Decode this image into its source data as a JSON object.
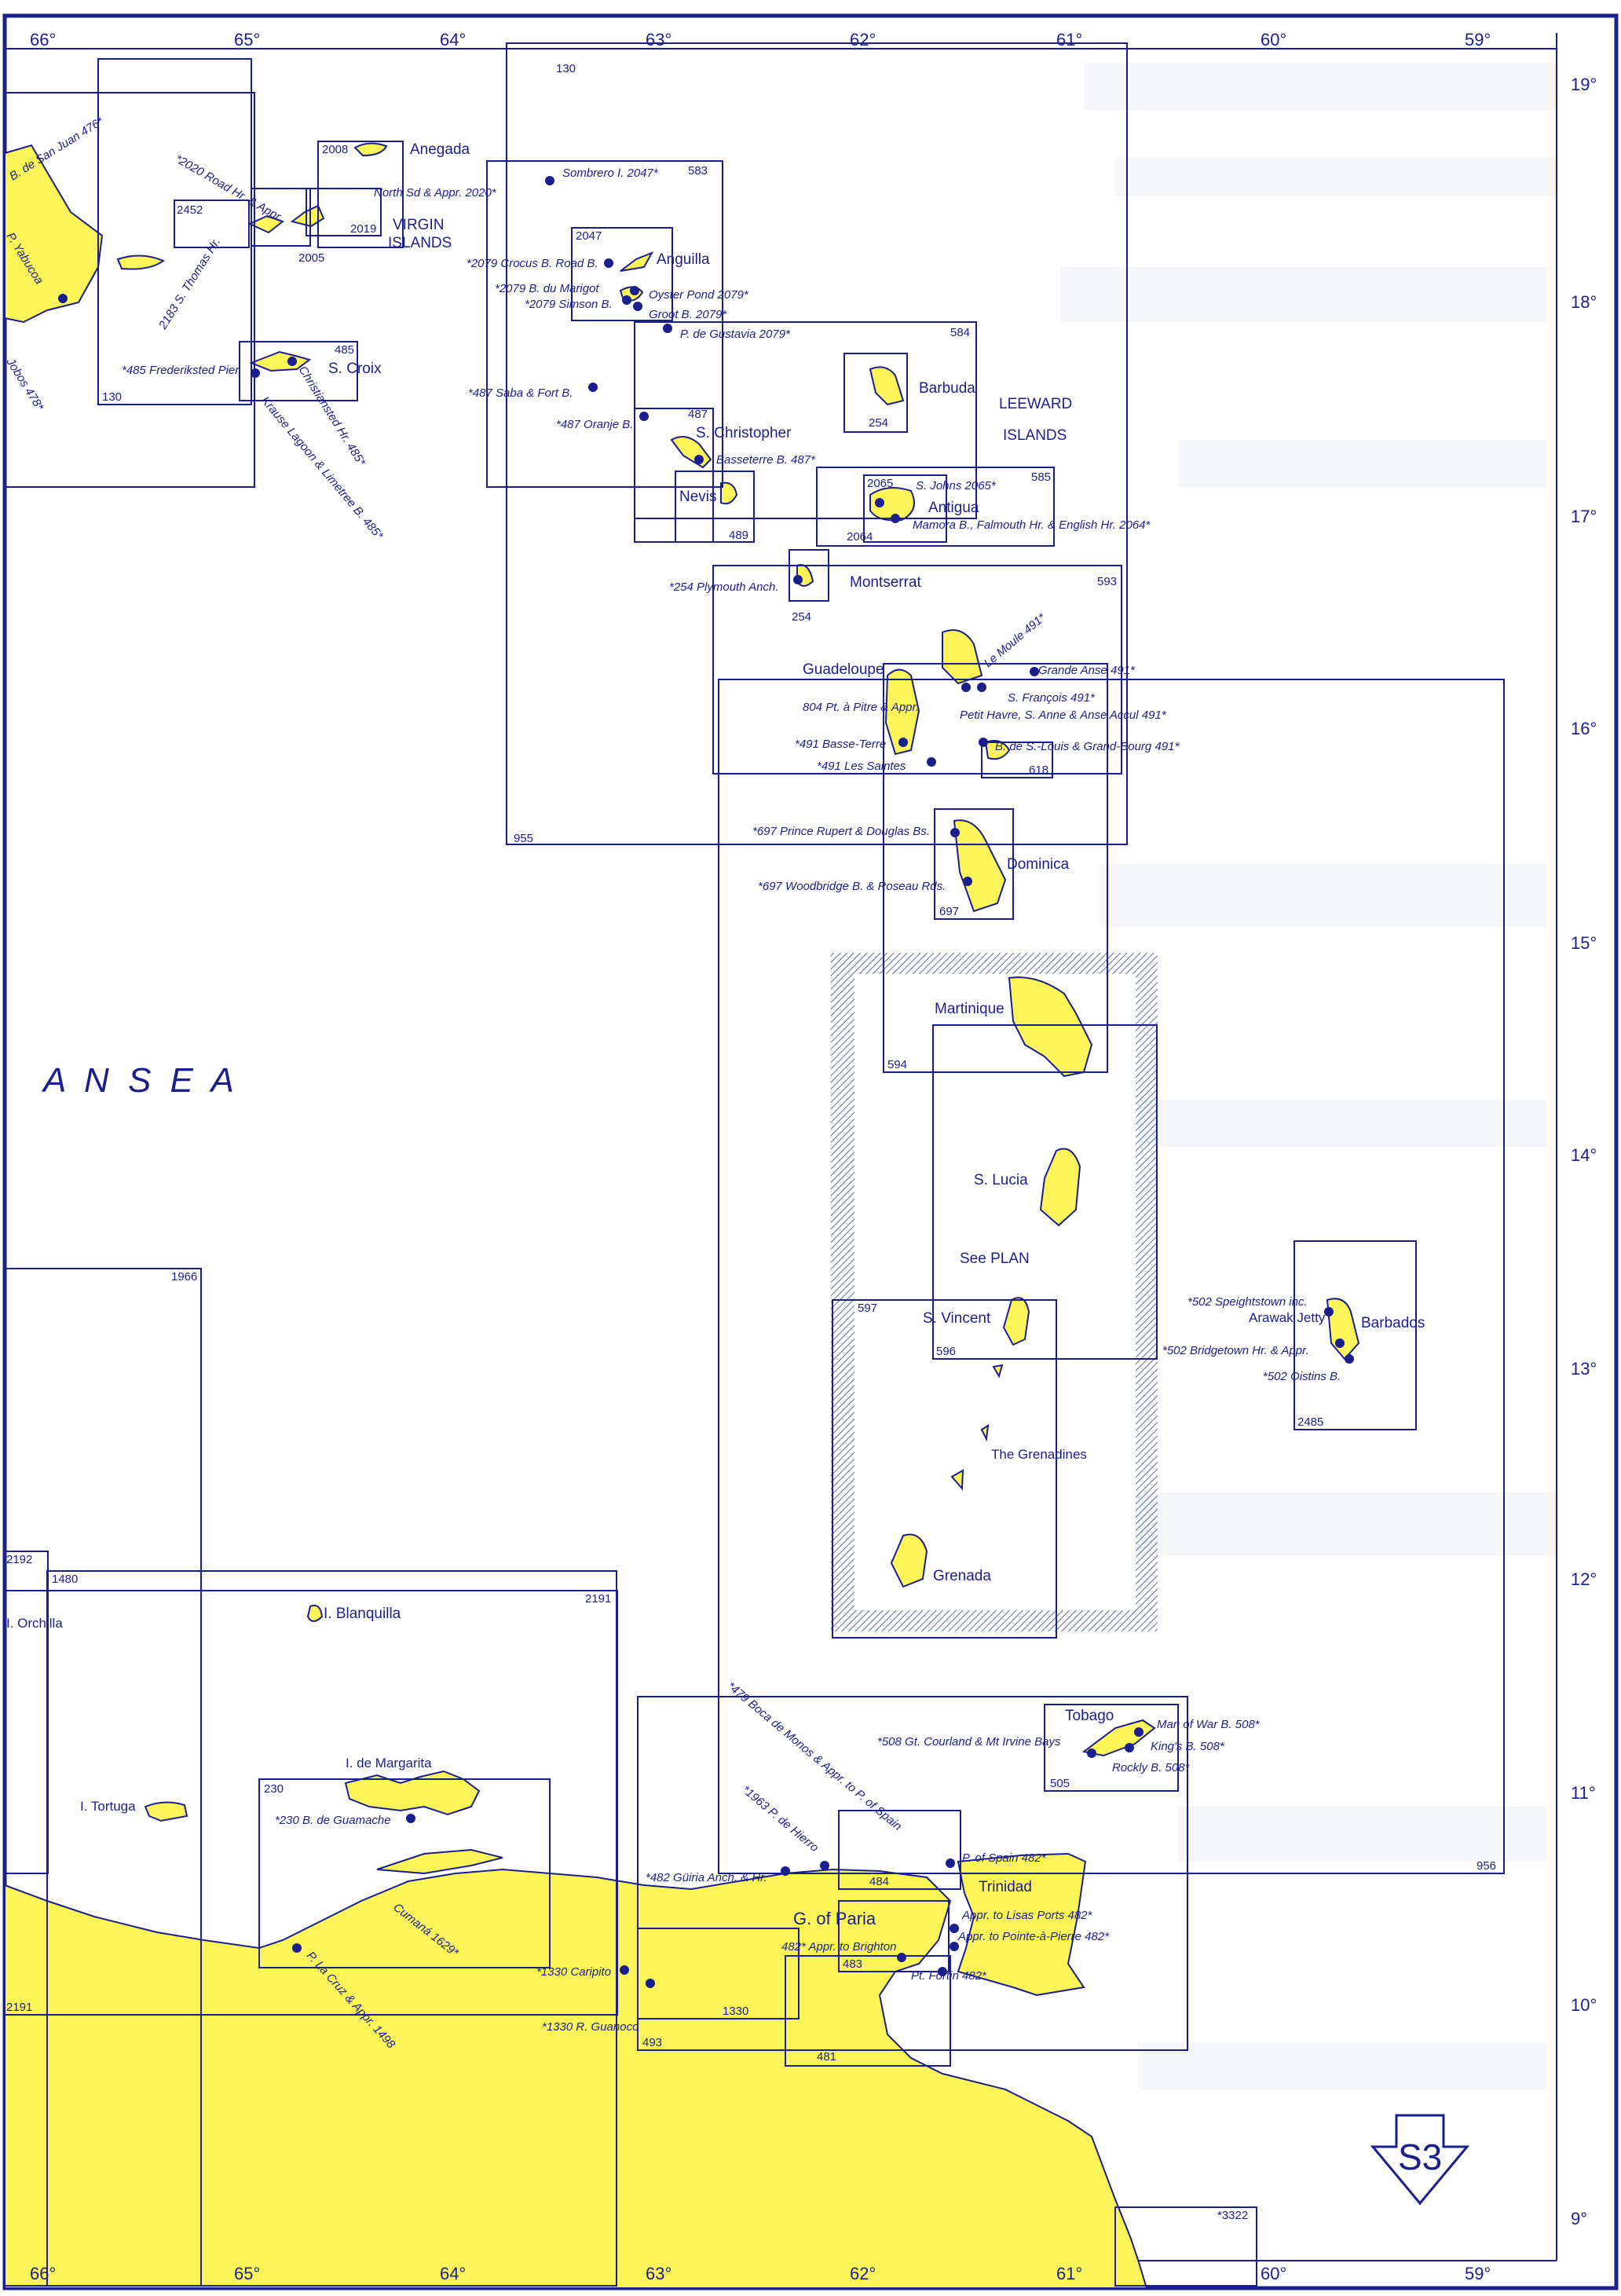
{
  "colors": {
    "ink": "#1a1f8c",
    "land": "#fbf55a",
    "water": "#ffffff",
    "hatch": "#5a6aa8"
  },
  "sheet_id": "S3",
  "sea_name": "A N   S E A",
  "longitudes": [
    "66°",
    "65°",
    "64°",
    "63°",
    "62°",
    "61°",
    "60°",
    "59°"
  ],
  "latitudes": [
    "19°",
    "18°",
    "17°",
    "16°",
    "15°",
    "14°",
    "13°",
    "12°",
    "11°",
    "10°",
    "9°"
  ],
  "chart_numbers": [
    "130",
    "583",
    "2008",
    "2452",
    "2019",
    "2005",
    "2047",
    "485",
    "584",
    "487",
    "254",
    "2065",
    "585",
    "489",
    "2064",
    "593",
    "618",
    "955",
    "697",
    "594",
    "596",
    "597",
    "1966",
    "2485",
    "2192",
    "1480",
    "2191",
    "230",
    "505",
    "484",
    "956",
    "483",
    "481",
    "1330",
    "493",
    "*3322"
  ],
  "islands": {
    "anegada": "Anegada",
    "virgin": "VIRGIN",
    "virgin2": "ISLANDS",
    "stcroix": "S. Croix",
    "anguilla": "Anguilla",
    "barbuda": "Barbuda",
    "leeward": "LEEWARD",
    "leeward2": "ISLANDS",
    "stchristopher": "S. Christopher",
    "nevis": "Nevis",
    "antigua": "Antigua",
    "montserrat": "Montserrat",
    "guadeloupe": "Guadeloupe",
    "dominica": "Dominica",
    "martinique": "Martinique",
    "stlucia": "S. Lucia",
    "seeplan": "See PLAN",
    "stvincent": "S. Vincent",
    "grenadines": "The Grenadines",
    "grenada": "Grenada",
    "barbados": "Barbados",
    "blanquilla": "I. Blanquilla",
    "orchilla": "I. Orchilla",
    "tortuga": "I. Tortuga",
    "margarita": "I. de Margarita",
    "tobago": "Tobago",
    "trinidad": "Trinidad",
    "paria": "G. of Paria"
  },
  "annotations": {
    "sanjuan": "B. de San Juan 476*",
    "yabucoa": "P. Yabucoa",
    "jobos": "Jobos 478*",
    "roadhr": "*2020 Road Hr. & Appr.",
    "northsd": "North Sd & Appr. 2020*",
    "sthomas": "2183 S. Thomas Hr.",
    "frederiksted": "*485 Frederiksted Pier",
    "christiansted": "Christiansted Hr. 485*",
    "krause": "Krause Lagoon & Limetree B. 485*",
    "sombrero": "Sombrero I. 2047*",
    "crocus": "*2079 Crocus B. Road B.",
    "marigot": "*2079 B. du Marigot",
    "simson": "*2079 Simson B.",
    "oyster": "Oyster Pond 2079*",
    "groot": "Groot B. 2079*",
    "gustavia": "P. de Gustavia 2079*",
    "saba": "*487 Saba & Fort B.",
    "oranje": "*487 Oranje B.",
    "basseterre": "Basseterre B. 487*",
    "stjohns": "S. Johns 2065*",
    "mamora": "Mamora B., Falmouth Hr. & English Hr. 2064*",
    "plymouth": "*254 Plymouth Anch.",
    "moule": "Le Moule 491*",
    "grandeanse": "Grande Anse 491*",
    "sfrancois": "S. François 491*",
    "ptpitre": "804 Pt. à Pitre & Appr.",
    "petithavre": "Petit Havre, S. Anne & Anse Accul 491*",
    "basseterre491": "*491 Basse-Terre",
    "bslouis": "B. de S.-Louis & Grand-Bourg 491*",
    "saintes": "*491 Les Saintes",
    "prince": "*697 Prince Rupert & Douglas Bs.",
    "woodbridge": "*697 Woodbridge B. & Roseau Rds.",
    "speightstown": "*502 Speightstown inc.",
    "arawak": "Arawak Jetty",
    "bridgetown": "*502 Bridgetown Hr. & Appr.",
    "oistins": "*502 Oistins B.",
    "manofwar": "Man of War B. 508*",
    "kings": "King's B. 508*",
    "rockly": "Rockly B. 508*",
    "courland": "*508 Gt. Courland & Mt Irvine Bays",
    "bocas": "*479 Boca de Monos & Appr. to P. of Spain",
    "hierro": "*1963 P. de Hierro",
    "guiria": "*482 Güiria Anch. & Hr.",
    "pospain": "P. of Spain 482*",
    "lisas": "Appr. to Lisas Ports 482*",
    "pointe": "Appr. to Pointe-à-Pierre 482*",
    "brighton": "482* Appr. to Brighton",
    "fortin": "Pt. Fortin 482*",
    "guamache": "*230 B. de Guamache",
    "cumana": "Cumaná 1629*",
    "lacruz": "P. La Cruz & Appr. 1498",
    "caripito": "*1330 Caripito",
    "guanoco": "*1330 R. Guanoco"
  }
}
